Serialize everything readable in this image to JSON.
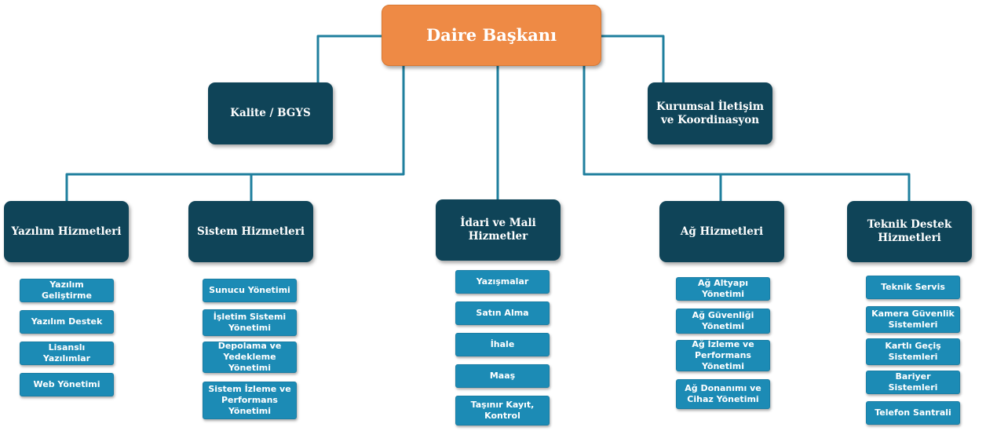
{
  "root": {
    "label": "Daire Başkanı"
  },
  "staff": [
    {
      "label": "Kalite / BGYS"
    },
    {
      "label": "Kurumsal İletişim ve Koordinasyon"
    }
  ],
  "departments": [
    {
      "label": "Yazılım Hizmetleri",
      "units": [
        "Yazılım Geliştirme",
        "Yazılım Destek",
        "Lisanslı Yazılımlar",
        "Web Yönetimi"
      ]
    },
    {
      "label": "Sistem Hizmetleri",
      "units": [
        "Sunucu Yönetimi",
        "İşletim Sistemi Yönetimi",
        "Depolama ve Yedekleme Yönetimi",
        "Sistem İzleme ve Performans Yönetimi"
      ]
    },
    {
      "label": "İdari ve Mali Hizmetler",
      "units": [
        "Yazışmalar",
        "Satın Alma",
        "İhale",
        "Maaş",
        "Taşınır Kayıt, Kontrol"
      ]
    },
    {
      "label": "Ağ Hizmetleri",
      "units": [
        "Ağ Altyapı Yönetimi",
        "Ağ Güvenliği Yönetimi",
        "Ağ İzleme ve Performans Yönetimi",
        "Ağ Donanımı ve Cihaz Yönetimi"
      ]
    },
    {
      "label": "Teknik Destek Hizmetleri",
      "units": [
        "Teknik Servis",
        "Kamera Güvenlik Sistemleri",
        "Kartlı Geçiş Sistemleri",
        "Bariyer Sistemleri",
        "Telefon Santrali"
      ]
    }
  ],
  "colors": {
    "root": "#ee8a45",
    "department": "#0f4458",
    "unit": "#1c8bb5",
    "connector": "#1f7f9e"
  }
}
